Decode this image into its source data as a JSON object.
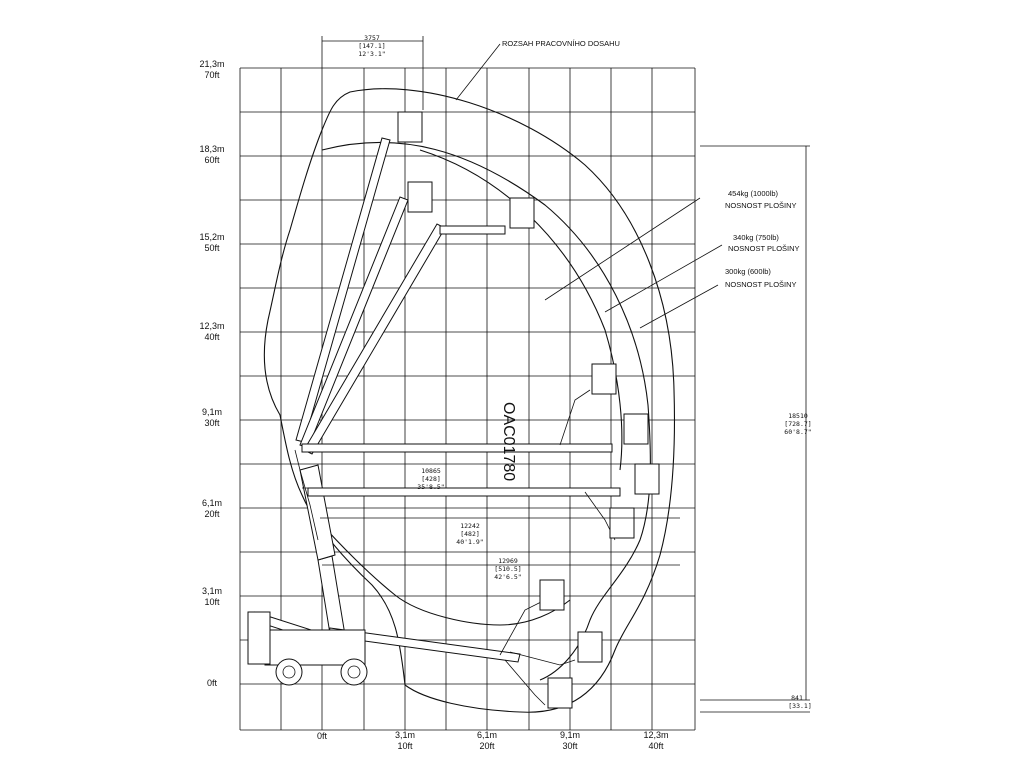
{
  "y_axis_labels": [
    {
      "m": "21,3m",
      "ft": "70ft"
    },
    {
      "m": "18,3m",
      "ft": "60ft"
    },
    {
      "m": "15,2m",
      "ft": "50ft"
    },
    {
      "m": "12,3m",
      "ft": "40ft"
    },
    {
      "m": "9,1m",
      "ft": "30ft"
    },
    {
      "m": "6,1m",
      "ft": "20ft"
    },
    {
      "m": "3,1m",
      "ft": "10ft"
    },
    {
      "m": "",
      "ft": "0ft"
    }
  ],
  "x_axis_labels": [
    {
      "m": "",
      "ft": "0ft"
    },
    {
      "m": "3,1m",
      "ft": "10ft"
    },
    {
      "m": "6,1m",
      "ft": "20ft"
    },
    {
      "m": "9,1m",
      "ft": "30ft"
    },
    {
      "m": "12,3m",
      "ft": "40ft"
    }
  ],
  "labels": {
    "working_range": "ROZSAH PRACOVNÍHO DOSAHU",
    "drawing_number": "OAC01780"
  },
  "capacities": [
    {
      "weight": "454kg (1000lb)",
      "text": "NOSNOST PLOŠINY"
    },
    {
      "weight": "340kg (750lb)",
      "text": "NOSNOST PLOŠINY"
    },
    {
      "weight": "300kg (600lb)",
      "text": "NOSNOST PLOŠINY"
    }
  ],
  "dimensions": {
    "top_offset": [
      "3757",
      "[147.1]",
      "12'3.1\""
    ],
    "max_height": [
      "18510",
      "[728.7]",
      "60'8.7\""
    ],
    "reach_1": [
      "10865",
      "[428]",
      "35'8.5\""
    ],
    "reach_2": [
      "12242",
      "[482]",
      "40'1.9\""
    ],
    "reach_3": [
      "12969",
      "[510.5]",
      "42'6.5\""
    ],
    "below_ground": [
      "841",
      "[33.1]"
    ]
  }
}
